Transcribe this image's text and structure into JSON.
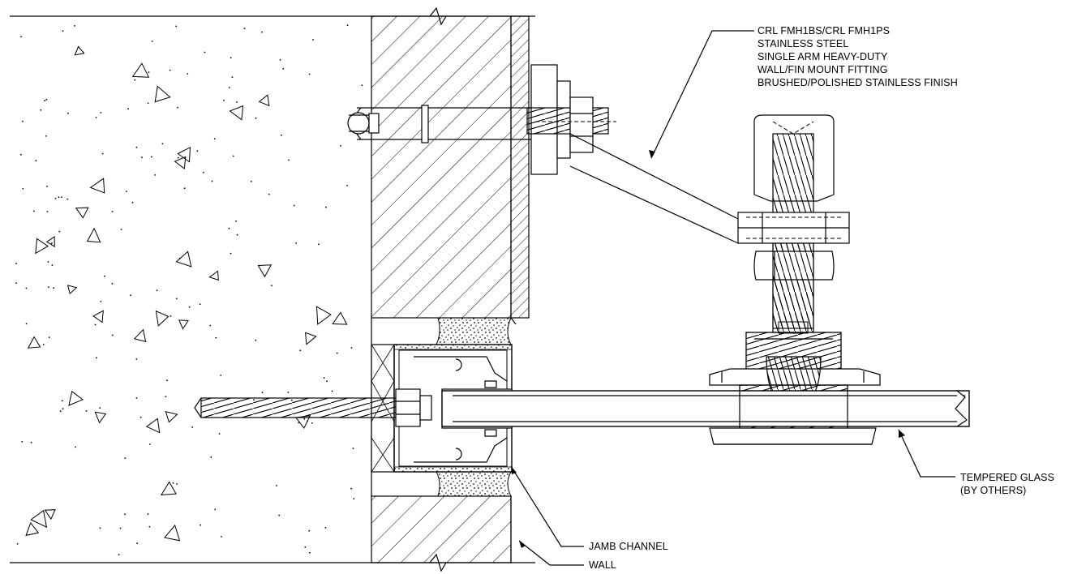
{
  "labels": {
    "fitting_line1": "CRL FMH1BS/CRL FMH1PS",
    "fitting_line2": "STAINLESS STEEL",
    "fitting_line3": "SINGLE ARM HEAVY-DUTY",
    "fitting_line4": "WALL/FIN MOUNT FITTING",
    "fitting_line5": "BRUSHED/POLISHED STAINLESS FINISH",
    "glass_line1": "TEMPERED GLASS",
    "glass_line2": "(BY OTHERS)",
    "jamb": "JAMB CHANNEL",
    "wall": "WALL"
  }
}
